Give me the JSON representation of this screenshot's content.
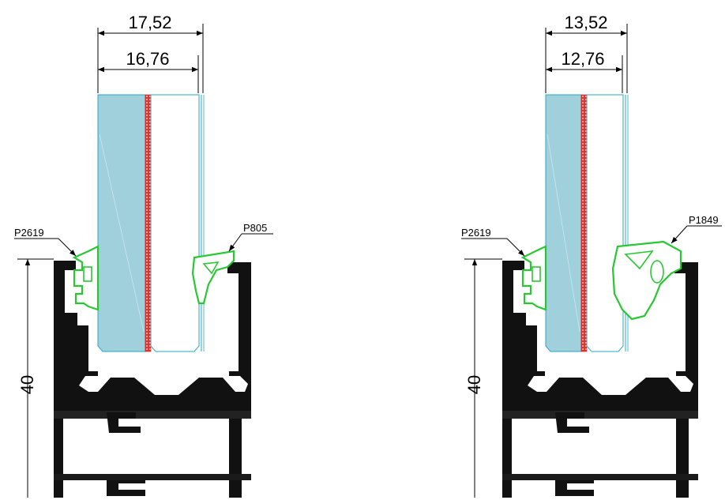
{
  "left_detail": {
    "dim_outer": "17,52",
    "dim_inner": "16,76",
    "height_dim": "40",
    "gasket_left": "P2619",
    "gasket_right": "P805"
  },
  "right_detail": {
    "dim_outer": "13,52",
    "dim_inner": "12,76",
    "height_dim": "40",
    "gasket_left": "P2619",
    "gasket_right": "P1849"
  },
  "colors": {
    "glass": "#9fd0dc",
    "glass_edge": "#2aa7c9",
    "interlayer": "#e8322c",
    "gasket": "#27c832",
    "profile": "#111111"
  }
}
